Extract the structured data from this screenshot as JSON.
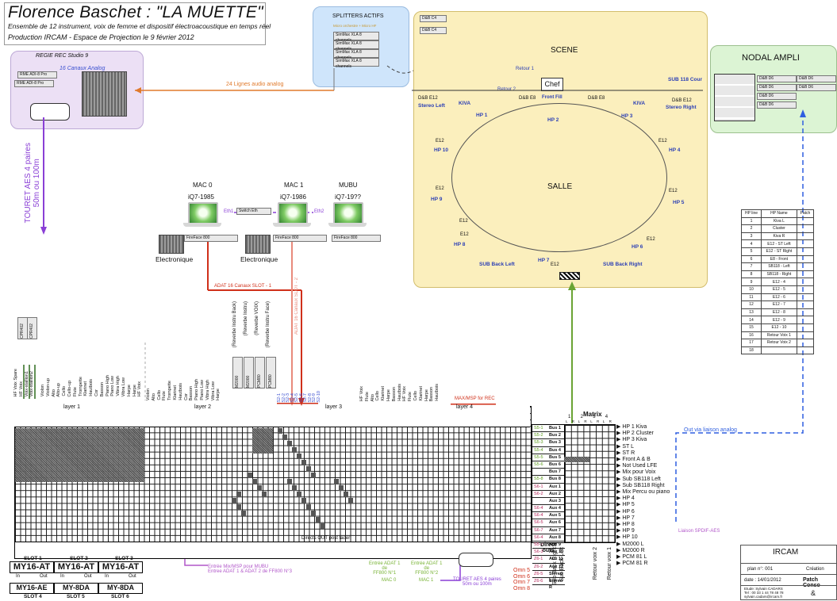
{
  "header": {
    "title": "Florence Baschet :  \"LA MUETTE\"",
    "subtitle": "Ensemble de 12 instrument, voix de femme et dispositif électroacoustique en temps réel",
    "production": "Production IRCAM -  Espace de Projection le 9 février 2012"
  },
  "regie": {
    "title": "REGIE REC Studio 9",
    "canaux": "16 Canaux Analog",
    "rme1": "RME ADI-8 Pro",
    "rme2": "RME ADI-8 Pro",
    "lignes": "24 Lignes audio analog",
    "touret": "TOURET AES 4 paires\n50m ou 100m"
  },
  "splitters": {
    "title": "SPLITTERS ACTIFS",
    "note": "Micro orchestre + Micro HF",
    "unit": "SimMax XLA 8 channels"
  },
  "scene": {
    "title": "SCENE",
    "salle": "SALLE",
    "chef": "Chef",
    "retour1": "Retour 1",
    "retour2": "Retour 2",
    "front_fill": "Front Fill",
    "sub_cour": "SUB 118 Cour",
    "stereo_left": "Stereo Left",
    "stereo_right": "Stereo Right",
    "kiva1": "KIVA",
    "kiva2": "KIVA",
    "de12_1": "D&B E12",
    "de12_2": "D&B E8",
    "de12_3": "D&B E8",
    "de12_4": "D&B E12",
    "cbox1": "D&B C4",
    "cbox2": "D&B C4",
    "hp1": "HP 1",
    "hp2": "HP 2",
    "hp3": "HP 3",
    "hp4": "HP 4",
    "hp5": "HP 5",
    "hp6": "HP 6",
    "hp7": "HP 7",
    "hp8": "HP 8",
    "hp9": "HP 9",
    "hp10": "HP 10",
    "e12a": "E12",
    "e12b": "E12",
    "e12c": "E12",
    "e12d": "E12",
    "e12e": "E12",
    "e12f": "E12",
    "e12g": "E12",
    "e12h": "E12",
    "sub_back_left": "SUB Back Left",
    "sub_back_right": "SUB Back Right"
  },
  "nodal": {
    "title": "NODAL AMPLI",
    "amp": "D&B D6",
    "out_label": "Out  via liaison analog"
  },
  "macs": {
    "mac0": "MAC 0",
    "mac0_id": "iQ7-1985",
    "mac1": "MAC 1",
    "mac1_id": "iQ7-1986",
    "mubu": "MUBU",
    "mubu_id": "iQ7-19??",
    "switch": "Switch Eth",
    "eth1": "Eth1",
    "eth2": "Eth2",
    "fireface": "FireFace 800",
    "electronique1": "Electronique",
    "electronique2": "Electronique",
    "adat1": "ADAT 16 Canaux SLOT - 1",
    "adat2": "ADAT 16 Canaux SLOT - 2"
  },
  "reverbs": [
    "(Reverbe Instru Back)",
    "(Reverbe Instru)",
    "(Reverbe VOIX)",
    "(Reverbe Instru Face)"
  ],
  "reverb_units": [
    "M2000",
    "M2000",
    "PCM80",
    "PCM80"
  ],
  "layers": [
    "layer 1",
    "layer 2",
    "layer 3",
    "layer 4"
  ],
  "maxmsp": "MAX/MSP for REC",
  "cpr": [
    "CPR402",
    "CPR402"
  ],
  "channel_labels_l1": [
    "HF Voix Spare",
    "HF Voix",
    "Voix-stallion1",
    "Voix-stallion2",
    "",
    "Violon",
    "Violon-up",
    "Alto",
    "Alto-up",
    "Cello",
    "Cello-up",
    "Flute",
    "Trompette",
    "Klarinet",
    "Hautbois",
    "Cor",
    "Basson",
    "Piano High",
    "Piano Low",
    "Vibra High",
    "Vibra Low",
    "Harpe",
    "Harpe",
    "HF Voix"
  ],
  "channel_labels_l2": [
    "Violon",
    "Alto",
    "Cello",
    "Flute",
    "Trompette",
    "Klarinet",
    "Hautbois",
    "Cor",
    "Basson",
    "Piano High",
    "Piano Low",
    "Vibra High",
    "Vibra Low",
    "Harpe"
  ],
  "channel_labels_l3": [
    "HF Voix",
    "Flute",
    "Alto",
    "Cello",
    "Klarinet",
    "Harpe",
    "Basson",
    "Hautbois",
    "HF Voix",
    "Flute",
    "Cello",
    "Klarinet",
    "Harpe",
    "Basson",
    "Hautbois"
  ],
  "sends": [
    "S2-1",
    "S2-2",
    "S2-3",
    "S2-4",
    "S2-5",
    "S2-6",
    "S2-7",
    "S2-8",
    "S2-9",
    "S2-10"
  ],
  "buses": [
    {
      "code": "S5-1",
      "name": "Bus 1",
      "color": "green"
    },
    {
      "code": "S5-2",
      "name": "Bus 2",
      "color": "green"
    },
    {
      "code": "S5-3",
      "name": "Bus 3",
      "color": "green"
    },
    {
      "code": "S5-4",
      "name": "Bus 4",
      "color": "green"
    },
    {
      "code": "S5-5",
      "name": "Bus 5",
      "color": "green"
    },
    {
      "code": "S5-6",
      "name": "Bus 6",
      "color": "green"
    },
    {
      "code": "",
      "name": "Bus 7",
      "color": "green"
    },
    {
      "code": "S5-8",
      "name": "Bus 8",
      "color": "green"
    },
    {
      "code": "S6-1",
      "name": "Aux 1",
      "color": "pink"
    },
    {
      "code": "S6-2",
      "name": "Aux 2",
      "color": "pink"
    },
    {
      "code": "",
      "name": "Aux 3",
      "color": "pink"
    },
    {
      "code": "S6-4",
      "name": "Aux 4",
      "color": "pink"
    },
    {
      "code": "S6-4",
      "name": "Aux 5",
      "color": "pink"
    },
    {
      "code": "S6-5",
      "name": "Aux 6",
      "color": "pink"
    },
    {
      "code": "S6-7",
      "name": "Aux 7",
      "color": "pink"
    },
    {
      "code": "S6-4",
      "name": "Aux 8",
      "color": "pink"
    },
    {
      "code": "S5-7",
      "name": "Aux 9",
      "color": "pink"
    },
    {
      "code": "S6-3",
      "name": "Aux 10",
      "color": "pink"
    },
    {
      "code": "Z6-1",
      "name": "Aux 11",
      "color": "pink"
    },
    {
      "code": "Z6-2",
      "name": "Aux 12",
      "color": "pink"
    },
    {
      "code": "Z6-5",
      "name": "Stereo L",
      "color": "pink"
    },
    {
      "code": "Z6-6",
      "name": "Stereo R",
      "color": "pink"
    }
  ],
  "outputs": [
    "HP 1 Kiva",
    "HP 2 Cluster",
    "HP 3 Kiva",
    "ST L",
    "ST R",
    "Front A & B",
    "Not Used LFE",
    "Mix pour Voix",
    "Sub SB118 Left",
    "Sub SB118 Right",
    "Mix  Percu ou piano",
    "HP 4",
    "HP 5",
    "HP 6",
    "HP 7",
    "HP 8",
    "HP 9",
    "HP 10",
    "M2000 L",
    "M2000 R",
    "PCM 81 L",
    "PCM 81 R"
  ],
  "matrix": {
    "title": "Matrix",
    "cols": [
      "1",
      "2",
      "3",
      "4"
    ],
    "sub": [
      "L",
      "R",
      "L",
      "R",
      "L",
      "R",
      "L",
      "R"
    ]
  },
  "direct_outs": "Direct outs",
  "directs_out_fader": "Directs OUT post fader",
  "liaison_spdif": "Liaison SPDIF-AES",
  "entree_mubu": "Entrée Mix/MSP pour MUBU\nEntree ADAT 1 & ADAT 2 de FF800 N°3",
  "entree_adat1": "Entrée ADAT 1\nde\nFF800 N°1",
  "entree_adat2": "Entrée ADAT 1\nde\nFF800 N°2",
  "mac0_label": "MAC 0",
  "mac1_label": "MAC 1",
  "touret_bottom": "TOURET AES 4 paires\n50m ou 100m",
  "omn": [
    "Omn 5",
    "Omn 6",
    "Omn 7",
    "Omn 8"
  ],
  "sub_backs": [
    "Sub Back Right",
    "Sub Back Left"
  ],
  "retours": [
    "Retour voix 2",
    "Retour voix 1"
  ],
  "slots": {
    "top": [
      "SLOT 1",
      "SLOT 2",
      "SLOT 3"
    ],
    "cards": [
      "MY16-AT",
      "MY16-AT",
      "MY16-AT"
    ],
    "in": "In",
    "out": "Out",
    "bottom_cards": [
      "MY16-AE",
      "MY-8DA",
      "MY-8DA"
    ],
    "bottom": [
      "SLOT 4",
      "SLOT 5",
      "SLOT 6"
    ]
  },
  "hp_table": {
    "headers": [
      "HP line",
      "HP Name",
      "Patch"
    ],
    "rows": [
      [
        "1",
        "Kiva L"
      ],
      [
        "2",
        "Cluster"
      ],
      [
        "3",
        "Kiva R"
      ],
      [
        "4",
        "E12 - ST Left"
      ],
      [
        "5",
        "E12 - ST Right"
      ],
      [
        "6",
        "E8 - Front"
      ],
      [
        "7",
        "SB118 - Left"
      ],
      [
        "8",
        "SB118 - Right"
      ],
      [
        "9",
        "E12 - 4"
      ],
      [
        "10",
        "E12 - 5"
      ],
      [
        "11",
        "E12 - 6"
      ],
      [
        "12",
        "E12 - 7"
      ],
      [
        "13",
        "E12 - 8"
      ],
      [
        "14",
        "E12 - 9"
      ],
      [
        "15",
        "E12 - 10"
      ],
      [
        "16",
        "Retour Voix 1"
      ],
      [
        "17",
        "Retour Voix 2"
      ],
      [
        "18",
        ""
      ]
    ]
  },
  "ircam": {
    "title": "IRCAM",
    "plan": "plan n°: 001",
    "creation": "Création",
    "date": "date : 14/01/2012",
    "patch": "Patch Conso",
    "etude": "Etude: Sylvain CADARS\nTel : 00 33 1 44 78 48 78\nsylvain.cadars@ircam.fr",
    "amp": "&"
  },
  "colors": {
    "regie_bg": "#ece0f5",
    "splitter_bg": "#cfe5fb",
    "scene_bg": "#fbefbd",
    "nodal_bg": "#dcf4d4",
    "orange_line": "#e07a2c",
    "purple_line": "#8a3fd6",
    "green_line": "#6aa434",
    "blue_dash": "#2f5fe0",
    "red_line": "#d0301a"
  }
}
